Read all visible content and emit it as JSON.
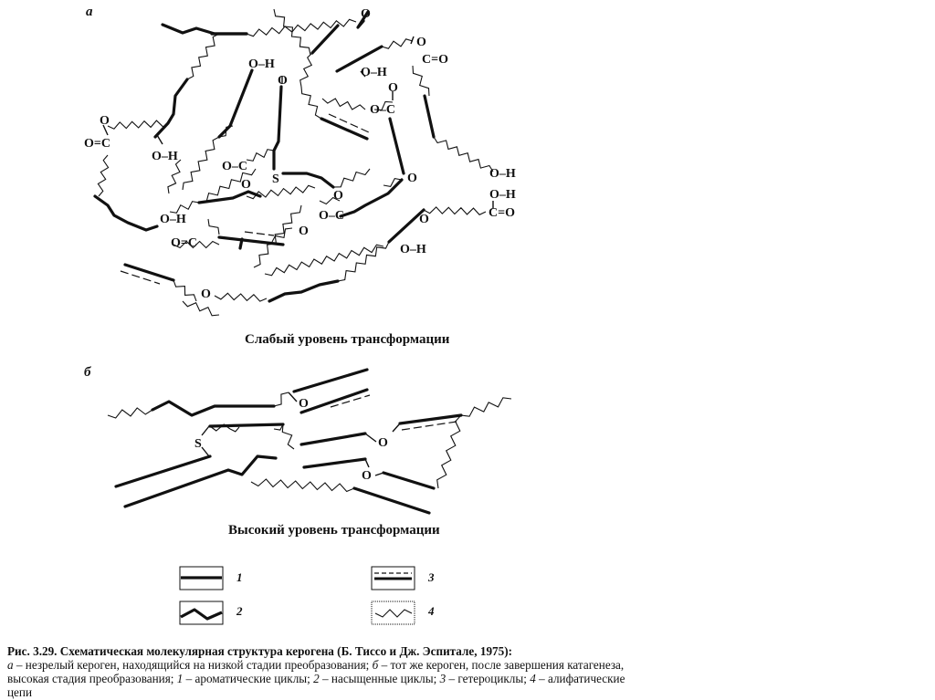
{
  "figure": {
    "panels": [
      {
        "id": "a",
        "label": "а",
        "caption": "Слабый уровень трансформации"
      },
      {
        "id": "b",
        "label": "б",
        "caption": "Высокий уровень трансформации"
      }
    ],
    "atoms": {
      "oh": "O–H",
      "o": "O",
      "s": "S",
      "c_eq_o": "C=O",
      "o_eq_c": "O=C",
      "o_c": "O–C",
      "c": "C"
    },
    "legend": [
      {
        "num": "1",
        "style": "thick-line",
        "meaning": "ароматические циклы"
      },
      {
        "num": "2",
        "style": "thick-zigzag",
        "meaning": "насыщенные циклы"
      },
      {
        "num": "3",
        "style": "thick-line-with-dash",
        "meaning": "гетероциклы"
      },
      {
        "num": "4",
        "style": "thin-zigzag",
        "meaning": "алифатические цепи"
      }
    ],
    "caption": {
      "title": "Рис. 3.29. Схематическая молекулярная структура керогена (Б. Тиссо и Дж. Эспитале, 1975):",
      "part_a_letter": "а",
      "part_a_text": " – незрелый кероген, находящийся на низкой стадии преобразования; ",
      "part_b_letter": "б",
      "part_b_text": " – тот же кероген, после завершения катагенеза, высокая стадия преобразования; ",
      "n1": "1",
      "t1": " – ароматические циклы; ",
      "n2": "2",
      "t2": " – насыщенные циклы; ",
      "n3": "3",
      "t3": " – гетероциклы; ",
      "n4": "4",
      "t4": " – алифатические цепи"
    }
  }
}
